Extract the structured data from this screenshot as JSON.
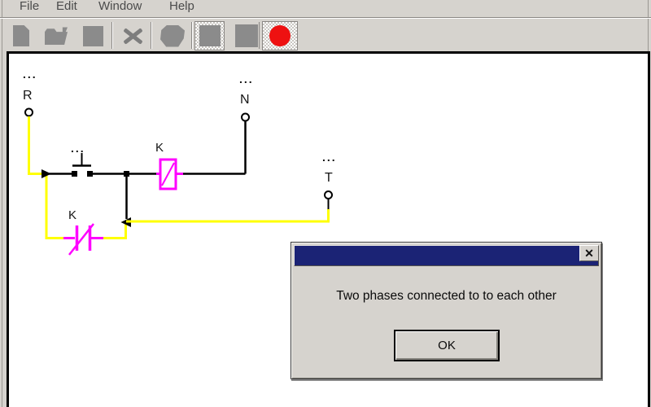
{
  "menu": {
    "items": [
      {
        "label": "File"
      },
      {
        "label": "Edit"
      },
      {
        "label": "Window"
      },
      {
        "label": "Help"
      }
    ]
  },
  "toolbar": {
    "icons": [
      {
        "name": "new-document-icon"
      },
      {
        "name": "open-folder-icon"
      },
      {
        "name": "save-icon"
      },
      {
        "name": "delete-x-icon"
      },
      {
        "name": "component-blob-icon"
      },
      {
        "name": "selected-component-icon"
      },
      {
        "name": "node-square-icon"
      },
      {
        "name": "record-icon"
      }
    ],
    "record_color": "#ee1111"
  },
  "circuit": {
    "terminals": {
      "r": {
        "label": "R",
        "dots": "..."
      },
      "n": {
        "label": "N",
        "dots": "..."
      },
      "t": {
        "label": "T",
        "dots": "..."
      }
    },
    "pushbutton": {
      "dots": "..."
    },
    "coil": {
      "label": "K"
    },
    "contact": {
      "label": "K"
    },
    "colors": {
      "energized_wire": "#ffff00",
      "component": "#ff00ff",
      "wire": "#000000"
    }
  },
  "dialog": {
    "message": "Two phases connected to to each other",
    "ok_label": "OK",
    "close_icon": "✕",
    "titlebar_color": "#1b2375"
  }
}
